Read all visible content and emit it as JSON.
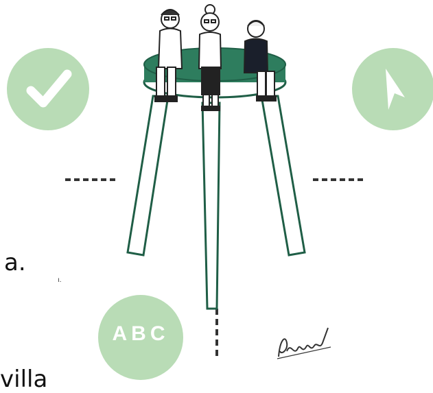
{
  "fragments": {
    "line1": "a.",
    "line2": "villa"
  },
  "badges": {
    "literacy": "ABC"
  },
  "icons": {
    "left_circle": "checkmark-icon",
    "right_circle": "cursor-arrow-icon",
    "signature": "signature-icon"
  },
  "colors": {
    "pale_green": "#b9dcb6",
    "table_green": "#2e7d5e",
    "outline": "#1f5e46"
  }
}
